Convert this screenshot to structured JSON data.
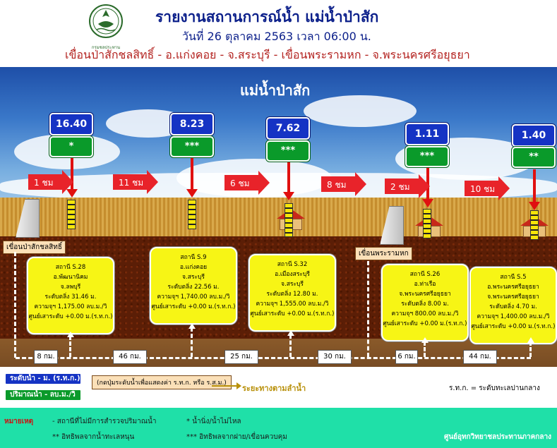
{
  "header": {
    "logo_text": "กรมชลประทาน",
    "title": "รายงานสถานการณ์น้ำ แม่น้ำป่าสัก",
    "date": "วันที่ 26 ตุลาคม 2563 เวลา 06:00 น.",
    "route": "เขื่อนป่าสักชลสิทธิ์ - อ.แก่งคอย - จ.สระบุรี - เขื่อนพระรามหก - จ.พระนครศรีอยุธยา"
  },
  "river_name": "แม่น้ำป่าสัก",
  "readings": [
    {
      "level": "16.40",
      "flow": "*"
    },
    {
      "level": "8.23",
      "flow": "***"
    },
    {
      "level": "7.62",
      "flow": "***"
    },
    {
      "level": "1.11",
      "flow": "***"
    },
    {
      "level": "1.40",
      "flow": "**"
    }
  ],
  "travel_times": [
    "1 ชม",
    "11 ชม",
    "6 ชม",
    "8 ชม",
    "2 ชม",
    "10 ชม"
  ],
  "dams": {
    "upper": "เขื่อนป่าสักชลสิทธิ์",
    "lower": "เขื่อนพระรามหก"
  },
  "stations": [
    {
      "code": "สถานี S.28",
      "district": "อ.พัฒนานิคม",
      "province": "จ.ลพบุรี",
      "bank": "ระดับตลิ่ง 31.46 ม.",
      "capacity": "ความจุฯ 1,175.00 ลบ.ม./วิ",
      "datum": "ศูนย์เสาระดับ +0.00 ม.(ร.ท.ก.)"
    },
    {
      "code": "สถานี S.9",
      "district": "อ.แก่งคอย",
      "province": "จ.สระบุรี",
      "bank": "ระดับตลิ่ง 22.56 ม.",
      "capacity": "ความจุฯ 1,740.00 ลบ.ม./วิ",
      "datum": "ศูนย์เสาระดับ +0.00 ม.(ร.ท.ก.)"
    },
    {
      "code": "สถานี S.32",
      "district": "อ.เมืองสระบุรี",
      "province": "จ.สระบุรี",
      "bank": "ระดับตลิ่ง 12.80 ม.",
      "capacity": "ความจุฯ 1,555.00 ลบ.ม./วิ",
      "datum": "ศูนย์เสาระดับ +0.00 ม.(ร.ท.ก.)"
    },
    {
      "code": "สถานี S.26",
      "district": "อ.ท่าเรือ",
      "province": "จ.พระนครศรีอยุธยา",
      "bank": "ระดับตลิ่ง 8.00 ม.",
      "capacity": "ความจุฯ 800.00 ลบ.ม./วิ",
      "datum": "ศูนย์เสาระดับ +0.00 ม.(ร.ท.ก.)"
    },
    {
      "code": "สถานี S.5",
      "district": "อ.พระนครศรีอยุธยา",
      "province": "จ.พระนครศรีอยุธยา",
      "bank": "ระดับตลิ่ง 4.70 ม.",
      "capacity": "ความจุฯ 1,400.00 ลบ.ม./วิ",
      "datum": "ศูนย์เสาระดับ +0.00 ม.(ร.ท.ก.)"
    }
  ],
  "distances": [
    "8 กม.",
    "46 กม.",
    "25 กม.",
    "30 กม.",
    "6 กม.",
    "44 กม."
  ],
  "legend": {
    "level": "ระดับน้ำ - ม. (ร.ท.ก.)",
    "flow": "ปริมาณน้ำ - ลบ.ม./วิ",
    "hint": "(กดปุ่มระดับน้ำเพื่อแสดงค่า ร.ท.ก. หรือ ร.ส.ม.)",
    "direction": "ระยะทางตามลำน้ำ",
    "msl": "ร.ท.ก. = ระดับทะเลปานกลาง"
  },
  "notes": {
    "label": "หมายเหตุ",
    "n1": "-  สถานีที่ไม่มีการสำรวจปริมาณน้ำ",
    "n2": "*   น้ำนิ่ง/น้ำไม่ไหล",
    "n3": "** อิทธิพลจากน้ำทะเลหนุน",
    "n4": "*** อิทธิพลจากฝาย/เขื่อนควบคุม",
    "center": "ศูนย์อุทกวิทยาชลประทานภาคกลาง"
  },
  "colors": {
    "title": "#0b1f8a",
    "route": "#b3221f",
    "level_box": "#1533c4",
    "flow_box": "#0a9a2a",
    "station_card": "#f7f515",
    "footer": "#1fe0a8"
  }
}
